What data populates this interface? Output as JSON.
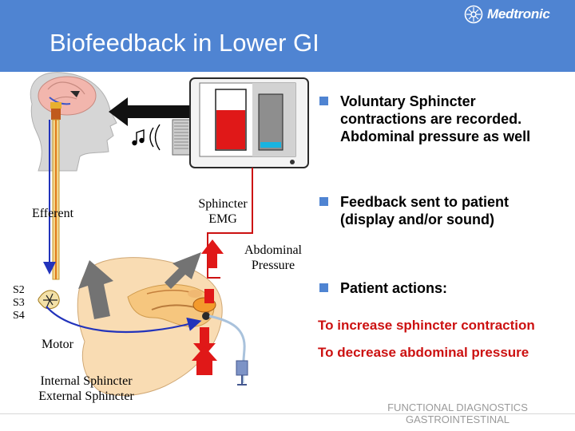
{
  "header": {
    "title": "Biofeedback  in  Lower GI",
    "brand": "Medtronic"
  },
  "bullets": [
    {
      "text": "Voluntary Sphincter contractions are recorded. Abdominal pressure as well"
    },
    {
      "text": "Feedback sent to patient (display and/or sound)"
    },
    {
      "text": "Patient actions:"
    }
  ],
  "patient_actions": {
    "increase": "To increase sphincter contraction",
    "decrease": "To decrease abdominal pressure"
  },
  "diagram_labels": {
    "efferent": "Efferent",
    "sphincter_emg_1": "Sphincter",
    "sphincter_emg_2": "EMG",
    "abdominal": "Abdominal",
    "pressure": "Pressure",
    "s2": "S2",
    "s3": "S3",
    "s4": "S4",
    "motor": "Motor",
    "internal_sphincter": "Internal Sphincter",
    "external_sphincter": "External Sphincter"
  },
  "footer": {
    "line1": "FUNCTIONAL DIAGNOSTICS",
    "line2": "GASTROINTESTINAL"
  },
  "colors": {
    "header": "#4f84d2",
    "accent_red": "#cc1111",
    "bar_red": "#e01818",
    "arrow_gray": "#6e6e6e",
    "nerve_blue": "#2233bb"
  }
}
